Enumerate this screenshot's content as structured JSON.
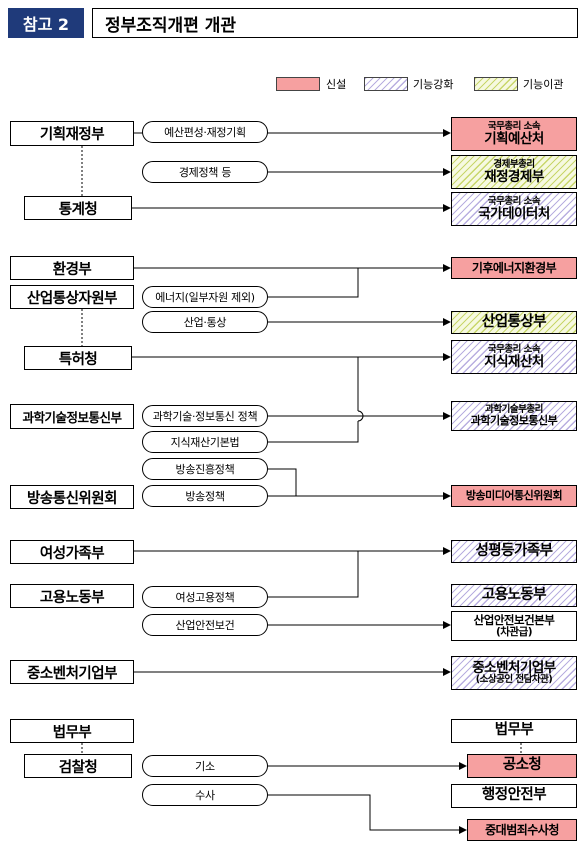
{
  "header": {
    "tag": "참고 2",
    "title": "정부조직개편 개관"
  },
  "legend": {
    "new": "신설",
    "strengthen": "기능강화",
    "transfer": "기능이관"
  },
  "left_orgs": [
    "기획재정부",
    "통계청",
    "환경부",
    "산업통상자원부",
    "특허청",
    "과학기술정보통신부",
    "방송통신위원회",
    "여성가족부",
    "고용노동부",
    "중소벤처기업부",
    "법무부",
    "검찰청"
  ],
  "functions": [
    "예산편성·재정기획",
    "경제정책 등",
    "에너지(일부자원 제외)",
    "산업·통상",
    "과학기술·정보통신 정책",
    "지식재산기본법",
    "방송진흥정책",
    "방송정책",
    "여성고용정책",
    "산업안전보건",
    "기소",
    "수사"
  ],
  "results": [
    {
      "sub": "국무총리 소속",
      "main": "기획예산처"
    },
    {
      "sub": "경제부총리",
      "main": "재정경제부"
    },
    {
      "sub": "국무총리 소속",
      "main": "국가데이터처"
    },
    {
      "main": "기후에너지환경부"
    },
    {
      "main": "산업통상부"
    },
    {
      "sub": "국무총리 소속",
      "main": "지식재산처"
    },
    {
      "sub": "과학기술부총리",
      "main": "과학기술정보통신부"
    },
    {
      "main": "방송미디어통신위원회"
    },
    {
      "main": "성평등가족부"
    },
    {
      "main": "고용노동부"
    },
    {
      "main": "산업안전보건본부",
      "sub": "(차관급)"
    },
    {
      "main": "중소벤처기업부",
      "sub": "(소상공인 전담차관)"
    },
    {
      "main": "법무부"
    },
    {
      "main": "공소청"
    },
    {
      "main": "행정안전부"
    },
    {
      "main": "중대범죄수사청"
    }
  ]
}
